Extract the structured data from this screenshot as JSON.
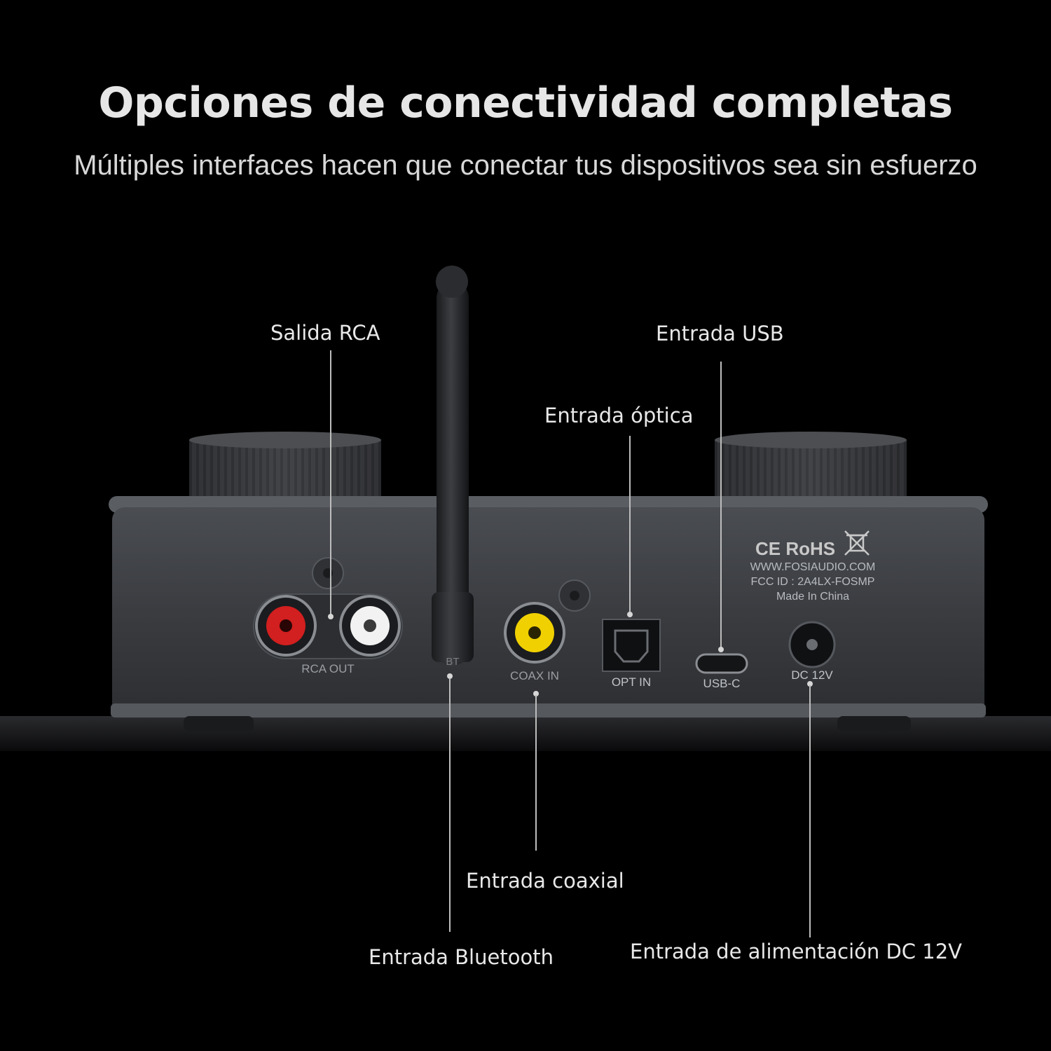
{
  "header": {
    "title": "Opciones de conectividad completas",
    "subtitle": "Múltiples interfaces hacen que conectar tus dispositivos sea sin esfuerzo"
  },
  "callouts": {
    "rca_out": "Salida RCA",
    "usb_in": "Entrada USB",
    "optical_in": "Entrada óptica",
    "coax_in": "Entrada coaxial",
    "bluetooth_in": "Entrada Bluetooth",
    "dc_in": "Entrada de alimentación DC 12V"
  },
  "panel_labels": {
    "rca": "RCA OUT",
    "bt": "BT",
    "coax": "COAX IN",
    "opt": "OPT IN",
    "usb": "USB-C",
    "dc": "DC 12V"
  },
  "compliance": {
    "marks": "CE RoHS",
    "website": "WWW.FOSIAUDIO.COM",
    "fcc": "FCC ID : 2A4LX-FOSMP",
    "origin": "Made In China"
  },
  "colors": {
    "background": "#000000",
    "body": "#3a3c40",
    "rca_left": "#d21f1f",
    "rca_right": "#f2f2f2",
    "coax": "#f0d000"
  }
}
